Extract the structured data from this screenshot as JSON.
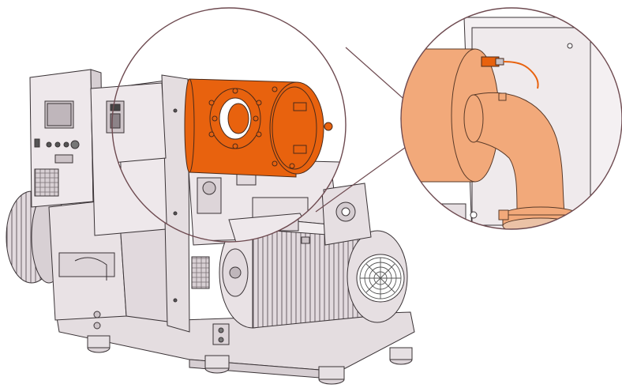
{
  "figure": {
    "description_none": "",
    "colors": {
      "accent_orange": "#E8620E",
      "light_orange": "#F2A97A",
      "machine_fill": "#ECE6E8",
      "machine_dark": "#CFC6CA",
      "callout_ring": "#6E4A50",
      "outline": "#3A3336"
    },
    "callouts": [
      {
        "id": "main-zoom",
        "highlight": "filter-silencer"
      },
      {
        "id": "detail-zoom",
        "highlight": "elbow-sensor"
      }
    ]
  }
}
